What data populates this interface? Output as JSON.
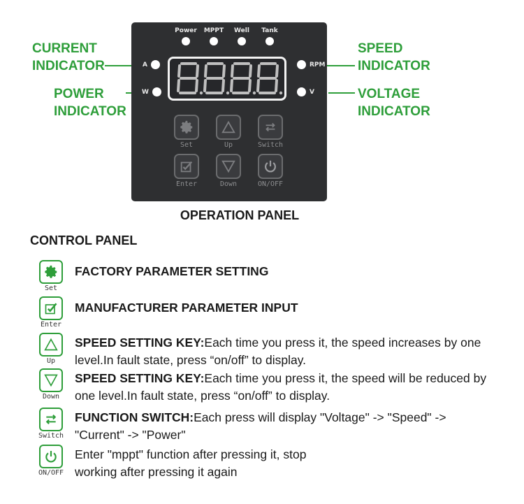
{
  "callouts": {
    "current": [
      "CURRENT",
      "INDICATOR"
    ],
    "power": [
      "POWER",
      "INDICATOR"
    ],
    "speed": [
      "SPEED",
      "INDICATOR"
    ],
    "voltage": [
      "VOLTAGE",
      "INDICATOR"
    ]
  },
  "panel": {
    "top_leds": [
      "Power",
      "MPPT",
      "Well",
      "Tank"
    ],
    "left_leds": [
      "A",
      "W"
    ],
    "right_leds": [
      "RPM",
      "V"
    ],
    "display_text": "8.8.8.8.",
    "keys": [
      "Set",
      "Up",
      "Switch",
      "Enter",
      "Down",
      "ON/OFF"
    ]
  },
  "caption": "OPERATION PANEL",
  "section_title": "CONTROL PANEL",
  "legend": [
    {
      "icon": "gear-icon",
      "icon_label": "Set",
      "title": "FACTORY PARAMETER SETTING",
      "text": ""
    },
    {
      "icon": "check-edit-icon",
      "icon_label": "Enter",
      "title": "MANUFACTURER PARAMETER INPUT",
      "text": ""
    },
    {
      "icon": "triangle-up-icon",
      "icon_label": "Up",
      "title": "SPEED SETTING KEY:",
      "text": "Each time you press it, the speed increases by one level.In fault state, press “on/off” to display."
    },
    {
      "icon": "triangle-down-icon",
      "icon_label": "Down",
      "title": "SPEED SETTING KEY:",
      "text": "Each time you press it, the speed will be reduced by one level.In fault state, press “on/off” to display."
    },
    {
      "icon": "switch-arrows-icon",
      "icon_label": "Switch",
      "title": "FUNCTION SWITCH:",
      "text": "Each press will display \"Voltage\" -> \"Speed\" -> \"Current\" -> \"Power\""
    },
    {
      "icon": "power-icon",
      "icon_label": "ON/OFF",
      "title": "",
      "text": "Enter \"mppt\" function after pressing it, stop working after pressing it again"
    }
  ],
  "colors": {
    "accent_green": "#2e9e3a",
    "panel_body": "#2e2f31",
    "segment_red": "#c9c9c9"
  }
}
